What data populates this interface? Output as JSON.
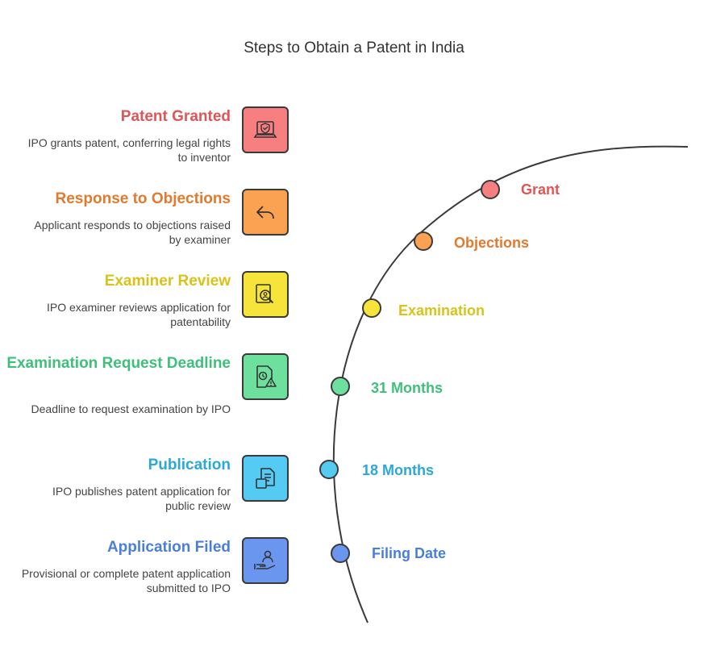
{
  "title": "Steps to Obtain a Patent in India",
  "steps": [
    {
      "title": "Patent Granted",
      "desc": "IPO grants patent, conferring legal rights to inventor",
      "icon": "laptop-shield-icon",
      "color": "#e05555",
      "tile_color": "#f77f7f",
      "marker": "Grant"
    },
    {
      "title": "Response to Objections",
      "desc": "Applicant responds to objections raised by examiner",
      "icon": "reply-arrow-icon",
      "color": "#e07a2e",
      "tile_color": "#fba252",
      "marker": "Objections"
    },
    {
      "title": "Examiner Review",
      "desc": "IPO examiner reviews application for patentability",
      "icon": "document-magnifier-icon",
      "color": "#d9c21a",
      "tile_color": "#f7e43a",
      "marker": "Examination"
    },
    {
      "title": "Examination Request Deadline",
      "desc": "Deadline to request examination by IPO",
      "icon": "document-clock-warning-icon",
      "color": "#3fbf7a",
      "tile_color": "#6de09e",
      "marker": "31 Months"
    },
    {
      "title": "Publication",
      "desc": "IPO publishes patent application for public review",
      "icon": "documents-icon",
      "color": "#2aa8d8",
      "tile_color": "#55caf2",
      "marker": "18 Months"
    },
    {
      "title": "Application Filed",
      "desc": "Provisional or complete patent application submitted to IPO",
      "icon": "hand-person-icon",
      "color": "#4a7fd9",
      "tile_color": "#6b96ef",
      "marker": "Filing Date"
    }
  ]
}
